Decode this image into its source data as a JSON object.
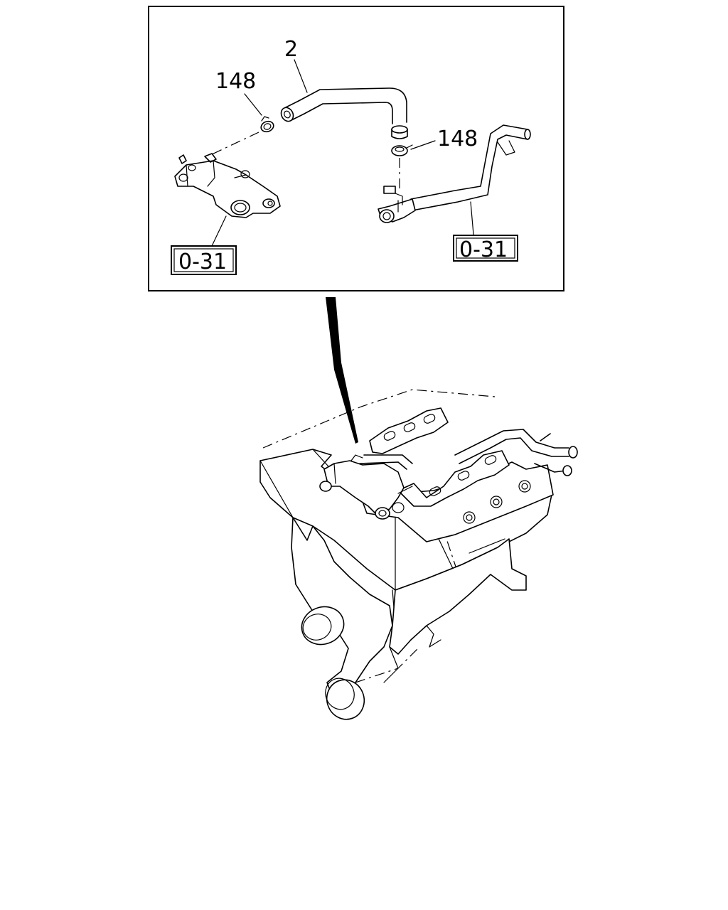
{
  "callouts": {
    "hose": "2",
    "clamp_left": "148",
    "clamp_right": "148",
    "ref_left": "0-31",
    "ref_right": "0-31"
  }
}
